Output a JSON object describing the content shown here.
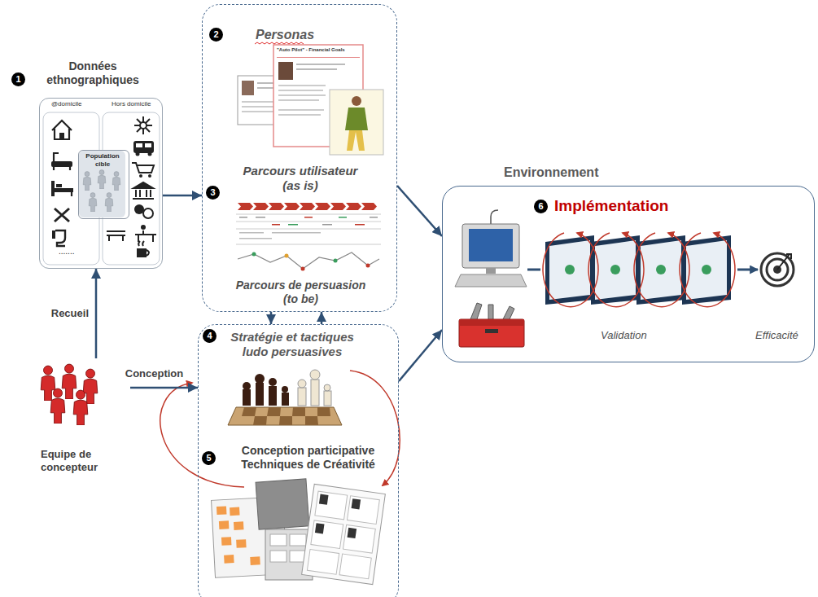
{
  "diagram": {
    "nodes": [
      {
        "text": [
          "Données ethnographiques"
        ]
      },
      {
        "text": [
          "Population cible"
        ],
        "in": 0
      },
      {
        "text": [
          "Personas",
          "Parcours utilisateur (as is)",
          "Parcours de persuasion (to be)"
        ]
      },
      {
        "text": [
          "Environnement",
          "Implémentation"
        ]
      },
      {
        "text": [
          "Equipe de concepteur"
        ]
      },
      {
        "text": [
          "Stratégie et tactiques ludo persuasives",
          "Conception participative Techniques de Créativité"
        ]
      }
    ],
    "edges": [
      {
        "from": 0,
        "to": 2,
        "arrow": "to"
      },
      {
        "from": 2,
        "to": 3,
        "arrow": "to"
      },
      {
        "from": 5,
        "to": 3,
        "arrow": "to"
      },
      {
        "from": 4,
        "to": 0,
        "label": "Recueil",
        "arrow": "to"
      },
      {
        "from": 4,
        "to": 5,
        "label": "Conception",
        "arrow": "to"
      },
      {
        "from": 2,
        "to": 5,
        "arrow": "to"
      },
      {
        "from": 5,
        "to": 2,
        "arrow": "to"
      }
    ],
    "labels": [
      "1",
      "@domicile",
      "Hors domicile",
      ".......",
      "2",
      "\"Auto Pilot\" - Financial Goals",
      "3",
      "6",
      "Validation",
      "Efficacité",
      "4",
      "5"
    ]
  }
}
